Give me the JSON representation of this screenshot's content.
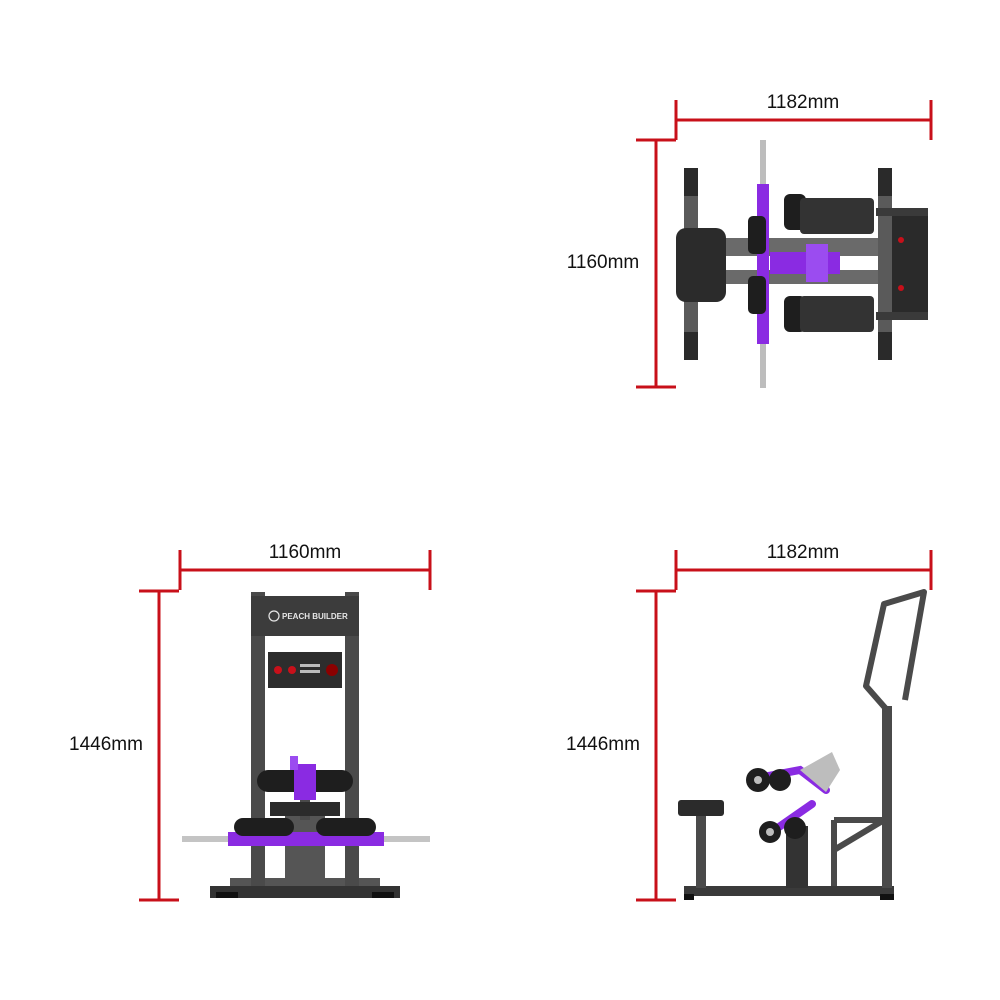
{
  "colors": {
    "dimension_line": "#c8101a",
    "frame": "#4a4a4a",
    "accent": "#8a2be2",
    "pad": "#1e1e1e"
  },
  "views": {
    "top": {
      "width_label": "1182mm",
      "depth_label": "1160mm"
    },
    "front": {
      "width_label": "1160mm",
      "height_label": "1446mm",
      "brand": "PEACH BUILDER"
    },
    "side": {
      "width_label": "1182mm",
      "height_label": "1446mm"
    }
  }
}
